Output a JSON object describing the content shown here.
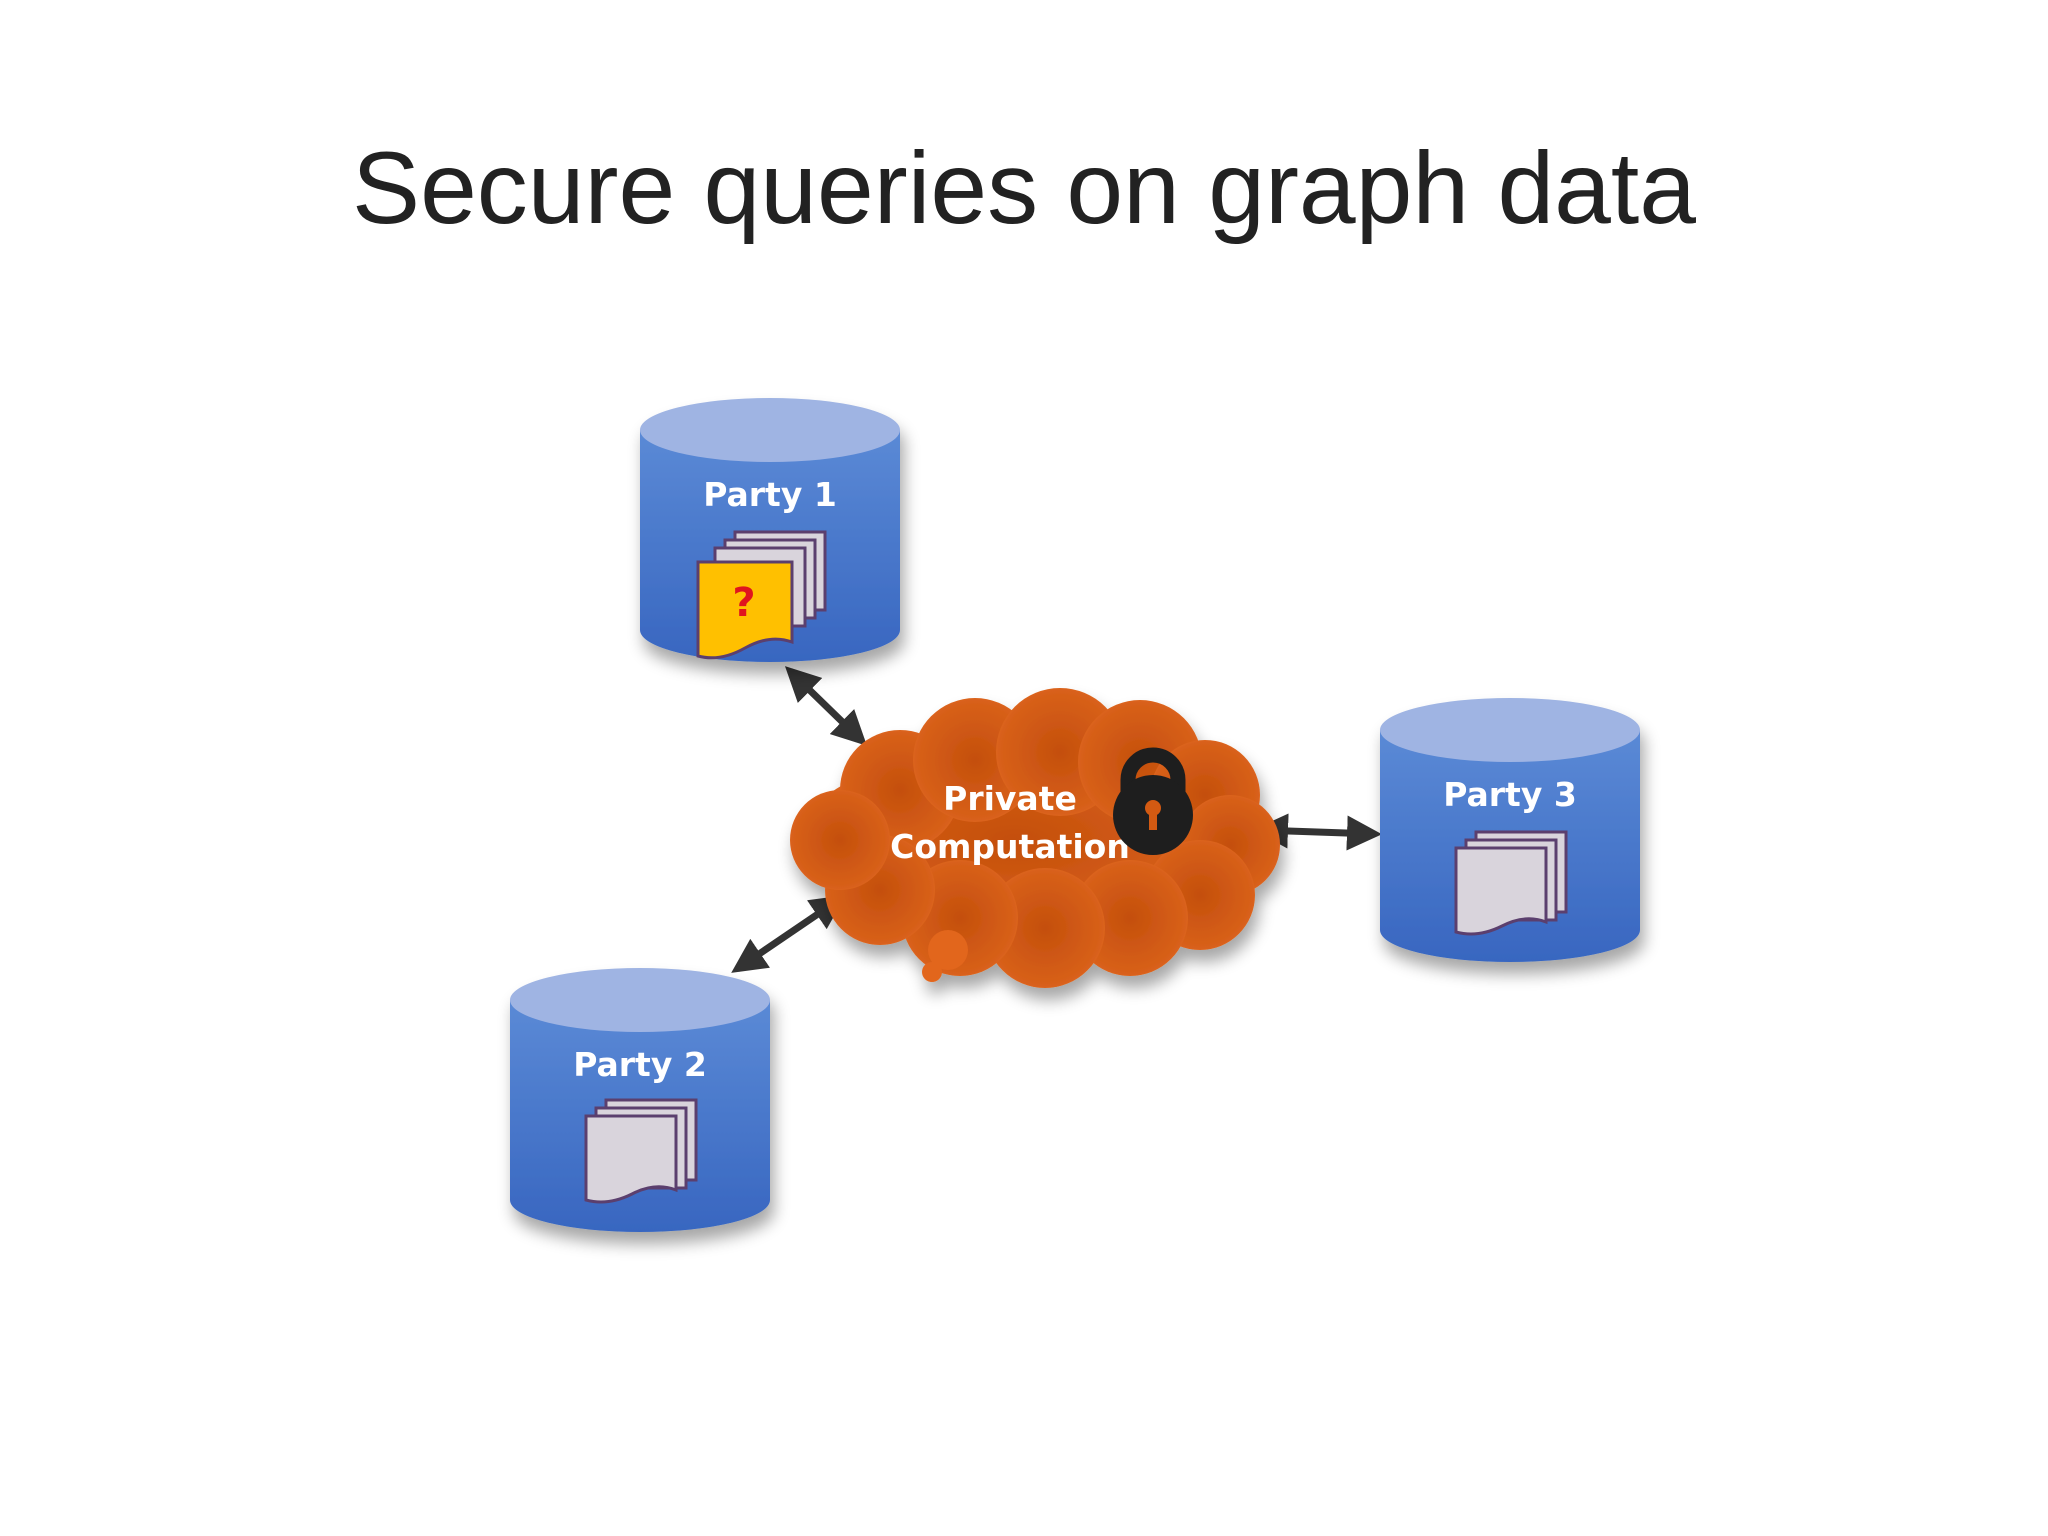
{
  "slide": {
    "title": "Secure queries on graph data"
  },
  "diagram": {
    "parties": [
      {
        "label": "Party 1",
        "query_mark": "?"
      },
      {
        "label": "Party 2"
      },
      {
        "label": "Party 3"
      }
    ],
    "cloud": {
      "line1": "Private",
      "line2": "Computation"
    },
    "colors": {
      "cylinder_body": "#4472c4",
      "cylinder_top": "#9fb4e3",
      "cloud": "#d35a12",
      "document": "#d9d4dc",
      "query_document": "#ffc000",
      "lock": "#1e1e1e",
      "arrow": "#333333"
    }
  }
}
